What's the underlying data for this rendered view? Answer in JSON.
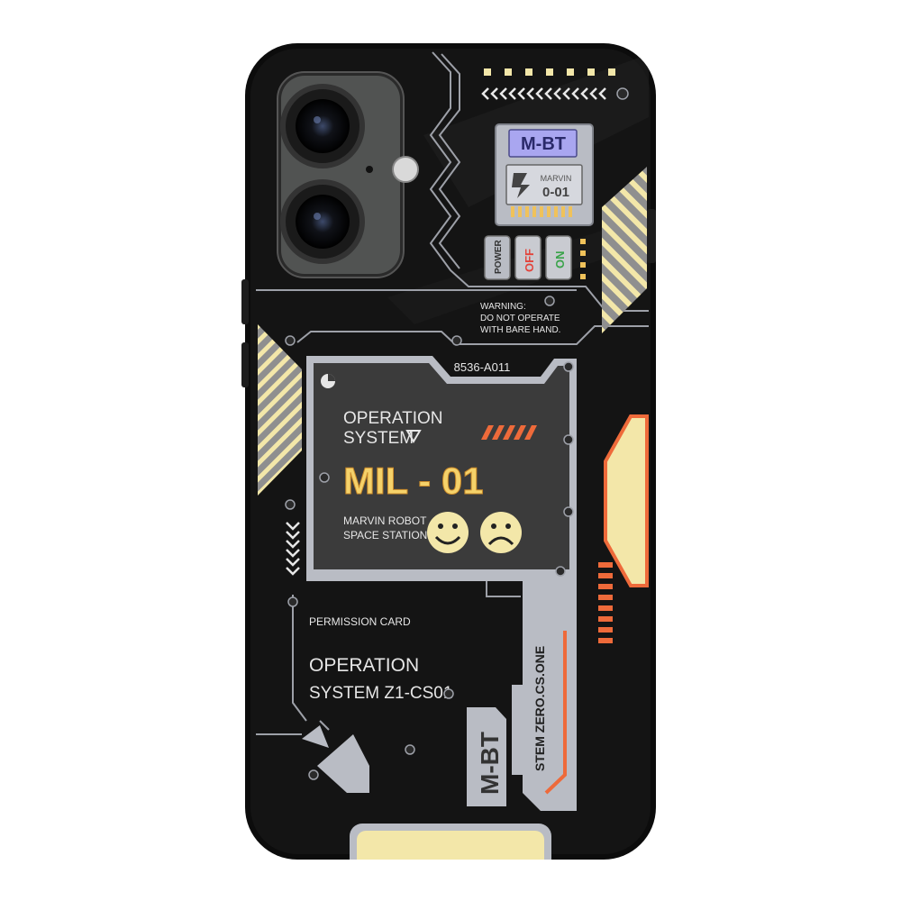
{
  "case": {
    "top_label": "M-BT",
    "card_brand": "MARVIN",
    "card_code": "0-01",
    "switch_power": "POWER",
    "switch_off": "OFF",
    "switch_on": "ON",
    "warning_line1": "WARNING:",
    "warning_line2": "DO NOT OPERATE",
    "warning_line3": "WITH BARE HAND.",
    "serial": "8536-A011",
    "panel_line1": "OPERATION",
    "panel_line2": "SYSTEM",
    "model": "MIL - 01",
    "station_line1": "MARVIN ROBOT",
    "station_line2": "SPACE STATION",
    "permission": "PERMISSION CARD",
    "op_line1": "OPERATION",
    "op_line2": "SYSTEM Z1-CS01",
    "vertical_text": "STEM ZERO.CS.ONE",
    "bottom_logo": "M-BT"
  },
  "colors": {
    "case_black": "#111111",
    "panel_gray": "#3a3a3a",
    "metal": "#b9bcc4",
    "cream": "#f3e7a9",
    "orange": "#ee6a3a",
    "yellow_text": "#f5d26a"
  },
  "icons": {
    "happy": "smiley-face-icon",
    "sad": "sad-face-icon",
    "chevrons": "chevron-arrows-icon"
  }
}
